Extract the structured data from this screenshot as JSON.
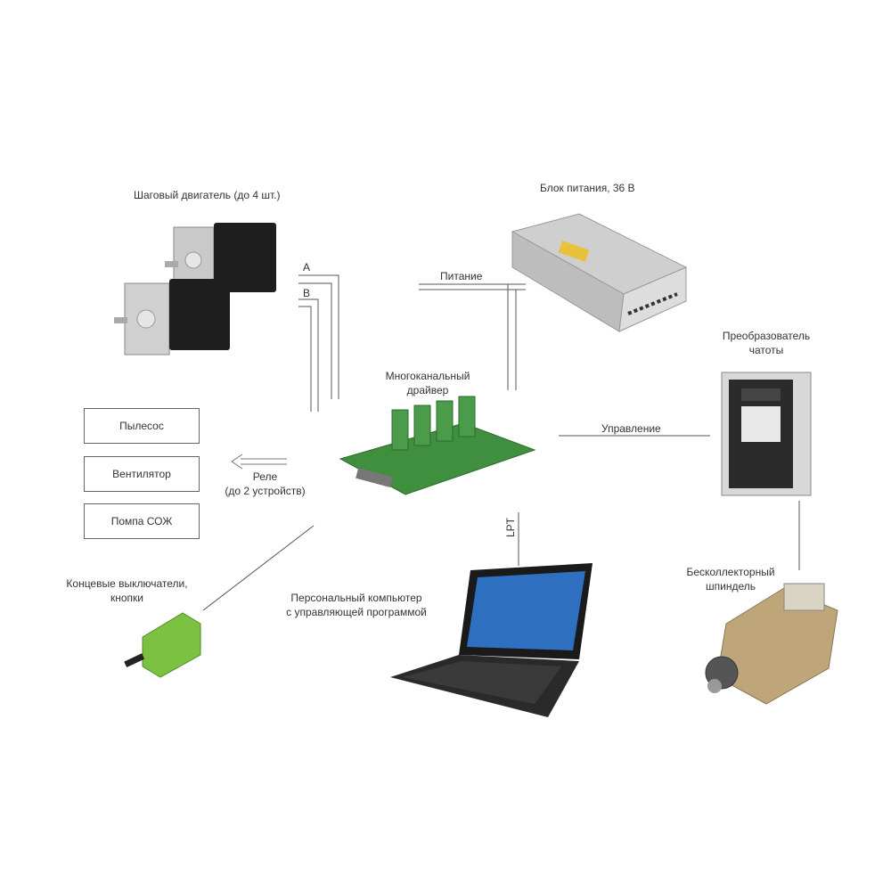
{
  "labels": {
    "stepper_motor": "Шаговый двигатель (до 4 шт.)",
    "power_supply": "Блок питания, 36 В",
    "power_line": "Питание",
    "phase_a": "A",
    "phase_b": "B",
    "driver_line1": "Многоканальный",
    "driver_line2": "драйвер",
    "vfd_line1": "Преобразователь",
    "vfd_line2": "чатоты",
    "control_line": "Управление",
    "relay_line1": "Реле",
    "relay_line2": "(до 2 устройств)",
    "lpt": "LPT",
    "limit_line1": "Концевые выключатели,",
    "limit_line2": "кнопки",
    "pc_line1": "Персональный компьютер",
    "pc_line2": "с управляющей программой",
    "spindle_line1": "Бесколлекторный",
    "spindle_line2": "шпиндель"
  },
  "relay_devices": [
    "Пылесос",
    "Вентилятор",
    "Помпа СОЖ"
  ],
  "colors": {
    "line": "#555555",
    "pcb_green": "#3f8f3f",
    "sensor_green": "#7cc242",
    "motor_black": "#1e1e1e",
    "vfd_body": "#d8d8d8",
    "screen_blue": "#2f6fc0"
  }
}
